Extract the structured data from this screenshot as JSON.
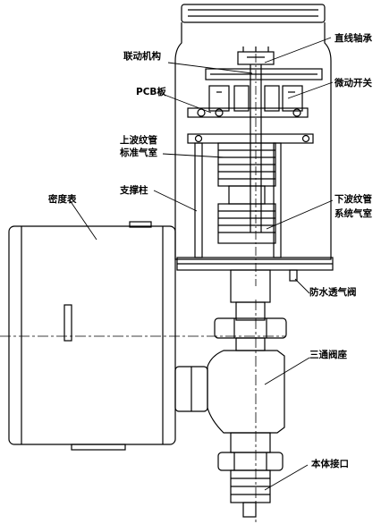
{
  "diagram": {
    "labels": {
      "linear_bearing": "直线轴承",
      "linkage_mechanism": "联动机构",
      "micro_switch": "微动开关",
      "pcb_board": "PCB板",
      "upper_bellows": "上波纹管",
      "standard_gas_chamber": "标准气室",
      "support_column": "支撑柱",
      "lower_bellows": "下波纹管",
      "system_gas_chamber": "系统气室",
      "density_gauge": "密度表",
      "waterproof_vent_valve": "防水透气阀",
      "three_way_valve_seat": "三通阀座",
      "body_connector": "本体接口"
    }
  }
}
